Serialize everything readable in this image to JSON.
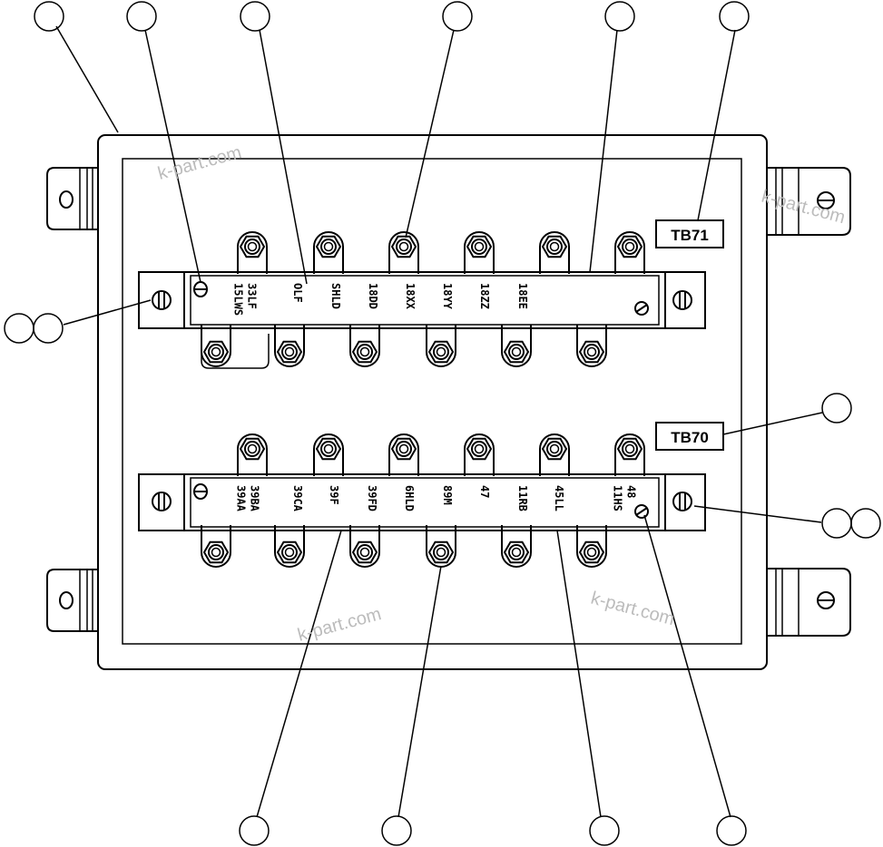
{
  "terminal_blocks": {
    "upper": {
      "name": "TB71",
      "terminals": [
        [
          "15LWS",
          "33LF"
        ],
        [
          "OLF"
        ],
        [
          "SHLD"
        ],
        [
          "18DD"
        ],
        [
          "18XX"
        ],
        [
          "18YY"
        ],
        [
          "18ZZ"
        ],
        [
          "18EE"
        ]
      ]
    },
    "lower": {
      "name": "TB70",
      "terminals": [
        [
          "39AA",
          "39BA"
        ],
        [
          "39CA"
        ],
        [
          "39F"
        ],
        [
          "39FD"
        ],
        [
          "6HLD"
        ],
        [
          "89M"
        ],
        [
          "47"
        ],
        [
          "11RB"
        ],
        [
          "45LL"
        ],
        [
          "11HS",
          "48"
        ]
      ]
    }
  },
  "watermarks": [
    "k-part.com",
    "k-part.com",
    "k-part.com",
    "k-part.com"
  ]
}
